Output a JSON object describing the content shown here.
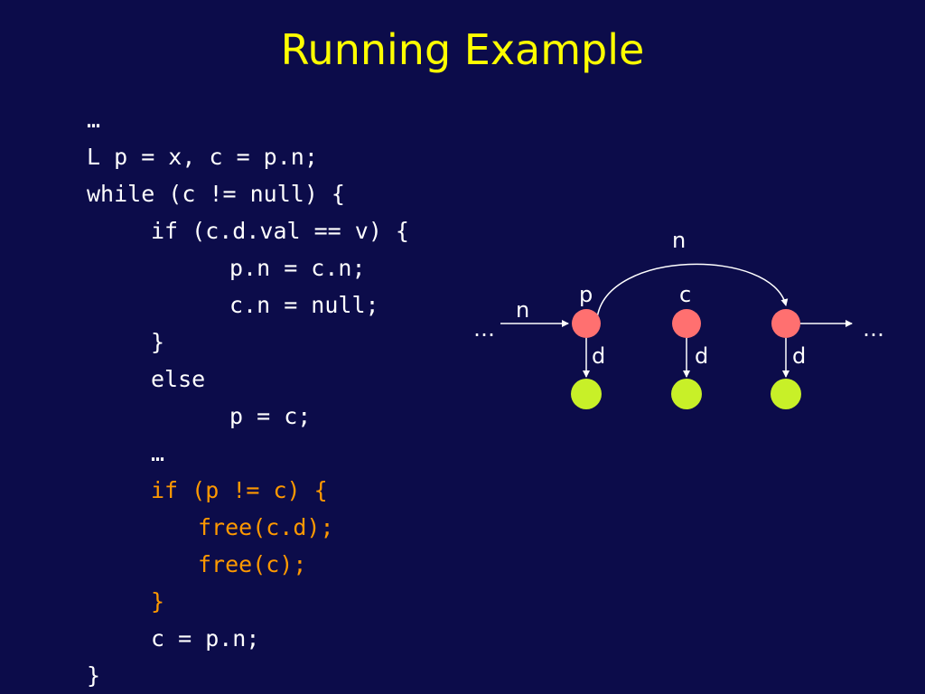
{
  "slide": {
    "title": "Running Example"
  },
  "code": {
    "lines": [
      {
        "text": "…",
        "indent": 0,
        "highlight": false
      },
      {
        "text": "L p = x, c = p.n;",
        "indent": 0,
        "highlight": false
      },
      {
        "text": "while (c != null) {",
        "indent": 0,
        "highlight": false
      },
      {
        "text": "if (c.d.val == v) {",
        "indent": 1,
        "highlight": false
      },
      {
        "text": "p.n = c.n;",
        "indent": 2,
        "highlight": false
      },
      {
        "text": "c.n = null;",
        "indent": 2,
        "highlight": false
      },
      {
        "text": "}",
        "indent": 1,
        "highlight": false
      },
      {
        "text": "else",
        "indent": 1,
        "highlight": false
      },
      {
        "text": "p = c;",
        "indent": 2,
        "highlight": false
      },
      {
        "text": "…",
        "indent": 1,
        "highlight": false
      },
      {
        "text": "if (p != c) {",
        "indent": 1,
        "highlight": true
      },
      {
        "text": "free(c.d);",
        "indent": 3,
        "highlight": true
      },
      {
        "text": "free(c);",
        "indent": 3,
        "highlight": true
      },
      {
        "text": "}",
        "indent": 1,
        "highlight": true
      },
      {
        "text": "c = p.n;",
        "indent": 1,
        "highlight": false
      },
      {
        "text": "}",
        "indent": 0,
        "highlight": false
      }
    ]
  },
  "diagram": {
    "left_ellipsis": "…",
    "right_ellipsis": "…",
    "incoming_edge_label": "n",
    "arc_label": "n",
    "pointer_p": "p",
    "pointer_c": "c",
    "edge_d_1": "d",
    "edge_d_2": "d",
    "edge_d_3": "d"
  },
  "colors": {
    "background": "#0c0c4a",
    "title": "#ffff00",
    "code_text": "#ffffff",
    "code_highlight": "#ff9900",
    "list_node": "#ff7070",
    "data_node": "#c8f028"
  }
}
